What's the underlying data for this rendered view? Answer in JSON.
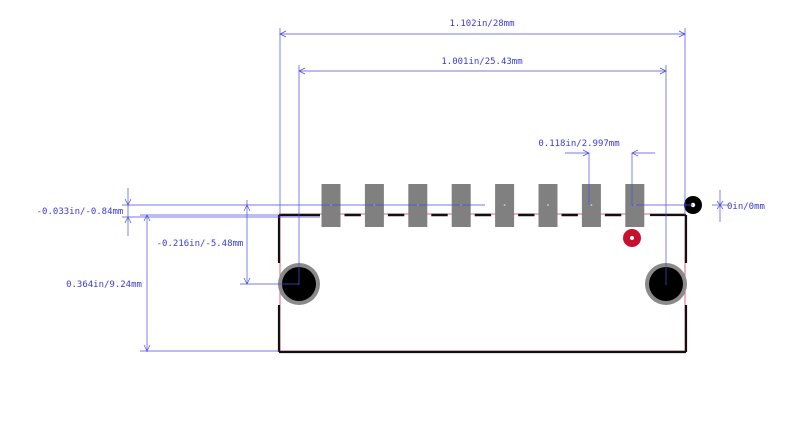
{
  "dimensions": {
    "overall_width": "1.102in/28mm",
    "pin_span": "1.001in/25.43mm",
    "pin_pitch": "0.118in/2.997mm",
    "origin": "0in/0mm",
    "pad_top_offset": "-0.033in/-0.84mm",
    "mount_hole_offset": "-0.216in/-5.48mm",
    "body_depth": "0.364in/9.24mm"
  },
  "pads": {
    "count": 8
  },
  "colors": {
    "dimension_line": "#4b4bdc",
    "pad_fill": "#808080",
    "silkscreen": "#111111",
    "pin1_marker": "#c8102e",
    "mount_hole_ring": "#8a8a8a",
    "mount_hole": "#000000",
    "courtyard": "#d04060"
  }
}
